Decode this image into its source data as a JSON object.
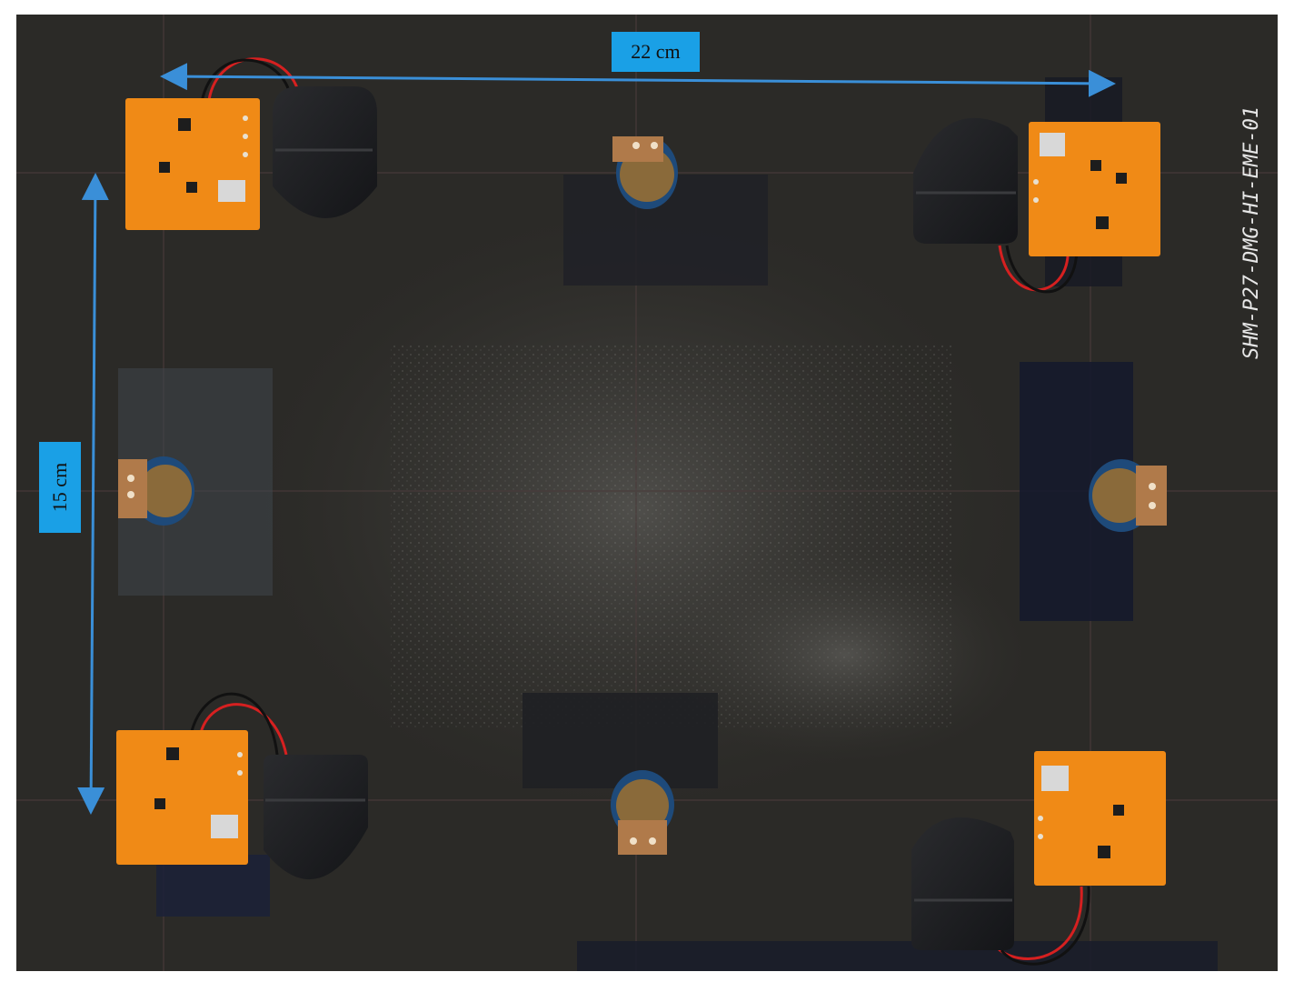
{
  "photo": {
    "dimension_width": "22 cm",
    "dimension_height": "15 cm",
    "specimen_label": "SHM-P27-DMG-HI-EME-01",
    "arrow_color": "#3a8fd8",
    "label_color": "#1aa0e6",
    "panel_color": "#2b2a27",
    "board_color": "#f08a16"
  }
}
